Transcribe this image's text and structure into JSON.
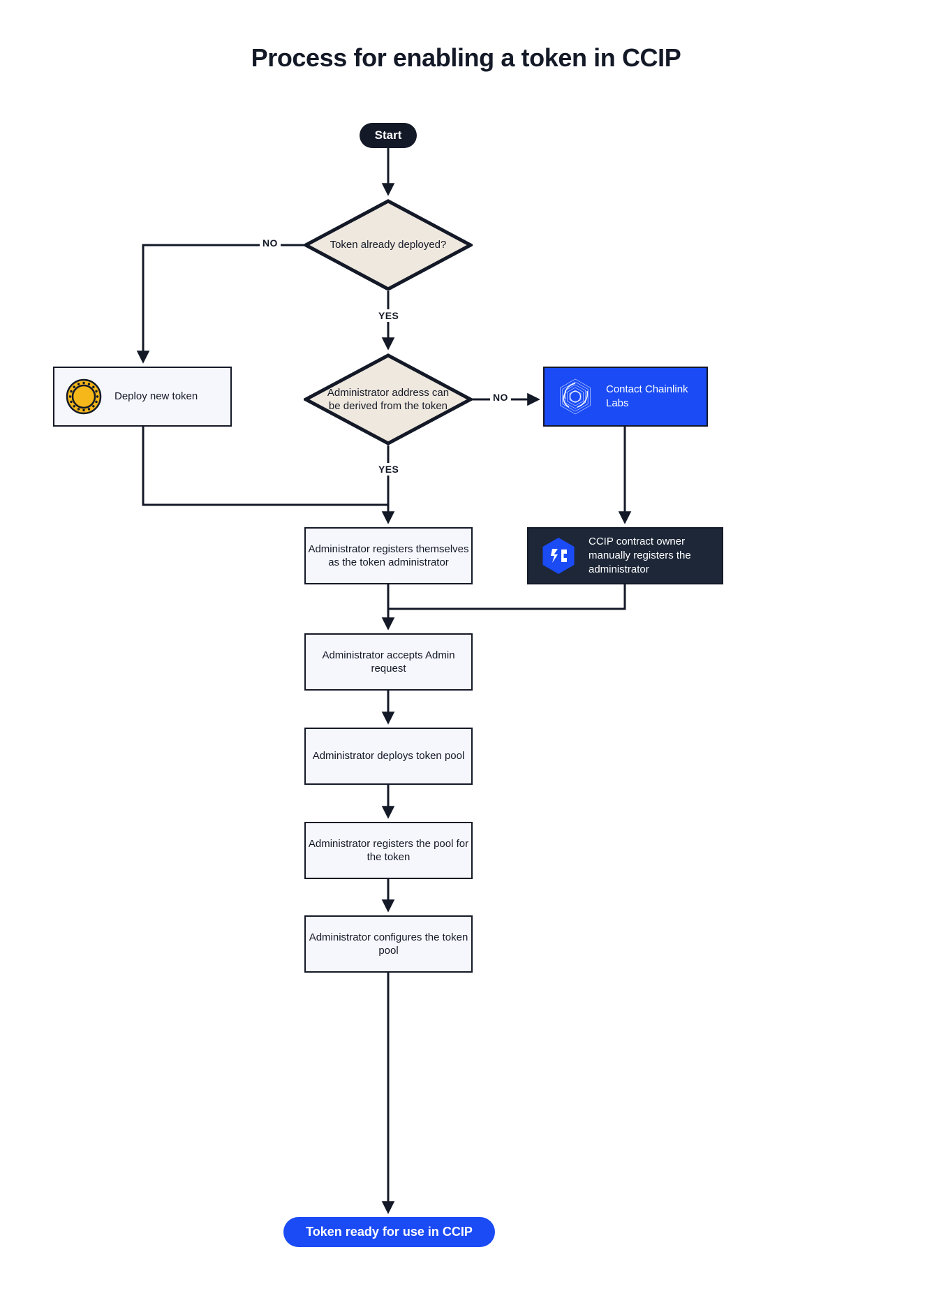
{
  "title": "Process for enabling a token in CCIP",
  "colors": {
    "ink": "#141927",
    "diamond_fill": "#EFE8DE",
    "process_fill": "#F6F7FC",
    "chainlink_blue": "#1A4BF5",
    "ccip_dark": "#1D2738",
    "coin_gold": "#F5B719",
    "page_bg": "#FFFFFF"
  },
  "nodes": {
    "start": {
      "label": "Start",
      "type": "terminator"
    },
    "decision_1": {
      "label": "Token already deployed?",
      "type": "decision"
    },
    "deploy_token": {
      "label": "Deploy new token",
      "type": "process",
      "icon": "gold-coin-icon"
    },
    "decision_2": {
      "label": "Administrator address can be derived from the token",
      "type": "decision"
    },
    "contact_labs": {
      "label": "Contact Chainlink Labs",
      "type": "process",
      "icon": "chainlink-labs-logo-icon"
    },
    "ccip_owner": {
      "label": "CCIP contract owner manually registers the administrator",
      "type": "process",
      "icon": "ccip-hexagon-logo-icon"
    },
    "admin_registers": {
      "label": "Administrator registers themselves as the token administrator",
      "type": "process"
    },
    "admin_accepts": {
      "label": "Administrator accepts Admin request",
      "type": "process"
    },
    "admin_deploys": {
      "label": "Administrator deploys token pool",
      "type": "process"
    },
    "admin_registers_pool": {
      "label": "Administrator registers the pool for the token",
      "type": "process"
    },
    "admin_configures": {
      "label": "Administrator configures the token pool",
      "type": "process"
    },
    "end": {
      "label": "Token ready for use in CCIP",
      "type": "terminator"
    }
  },
  "edge_labels": {
    "no_1": "NO",
    "yes_1": "YES",
    "no_2": "NO",
    "yes_2": "YES"
  }
}
